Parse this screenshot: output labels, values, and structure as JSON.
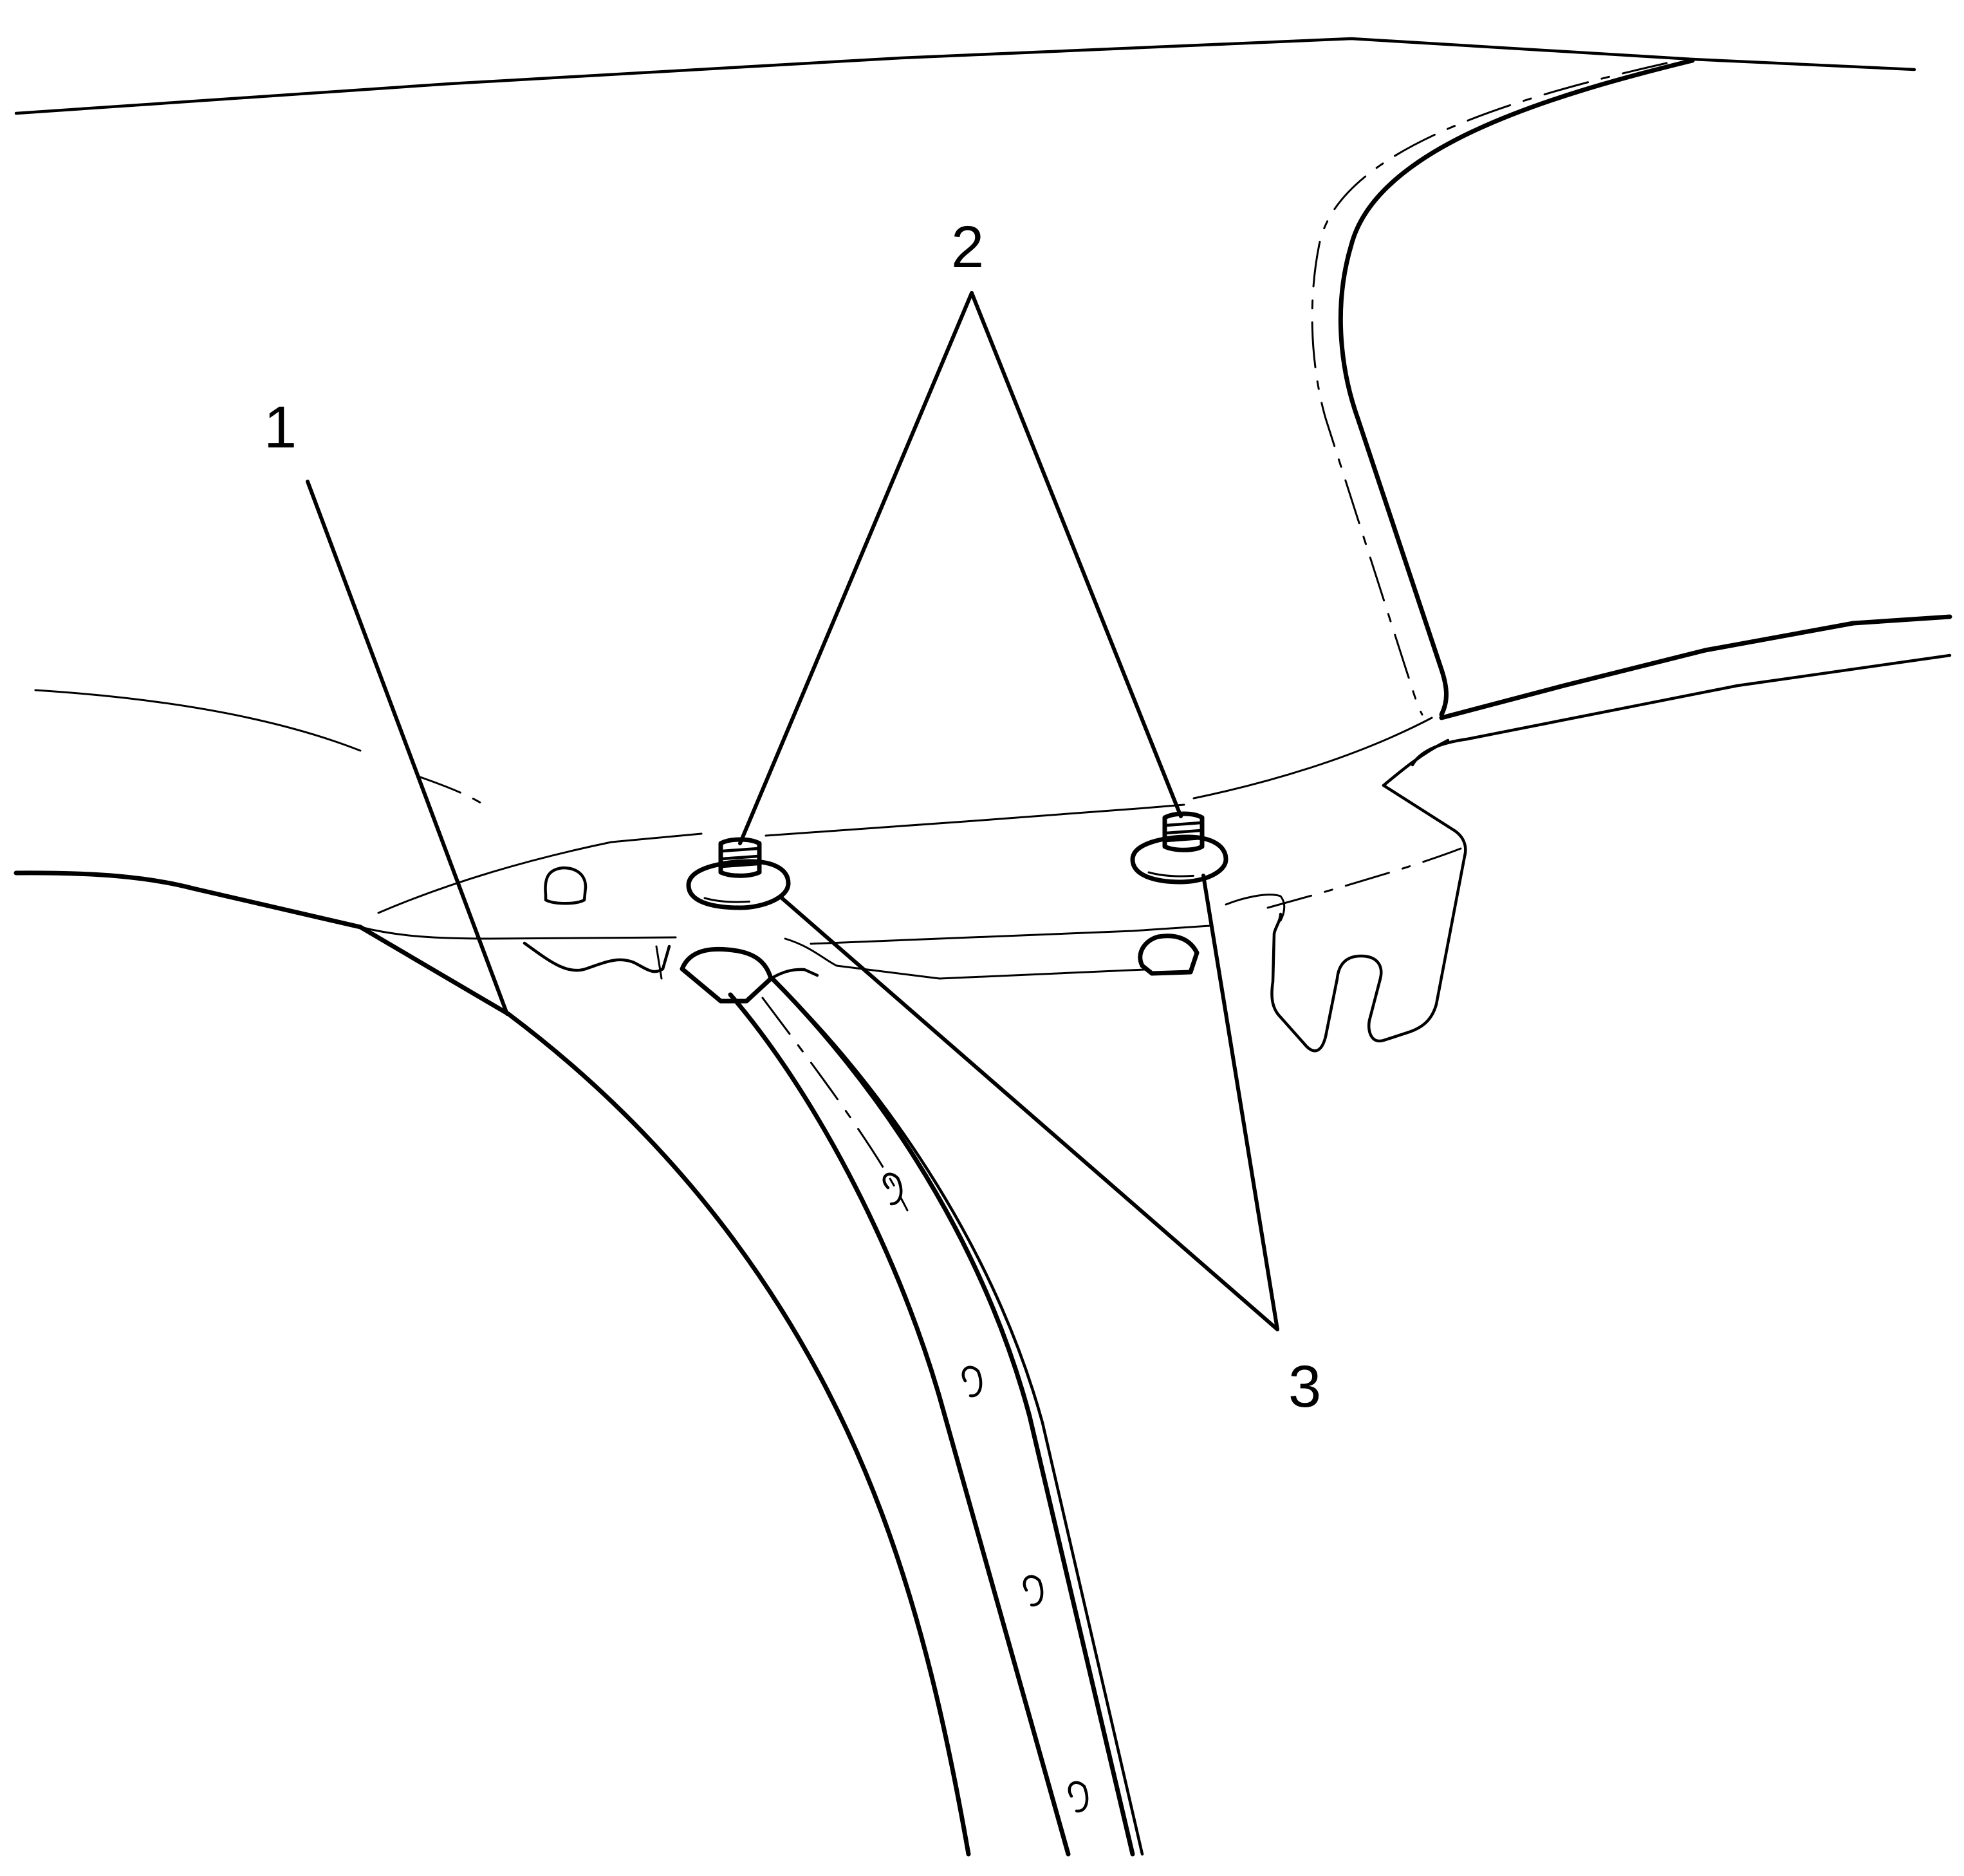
{
  "callouts": {
    "label_1": "1",
    "label_2": "2",
    "label_3": "3"
  }
}
